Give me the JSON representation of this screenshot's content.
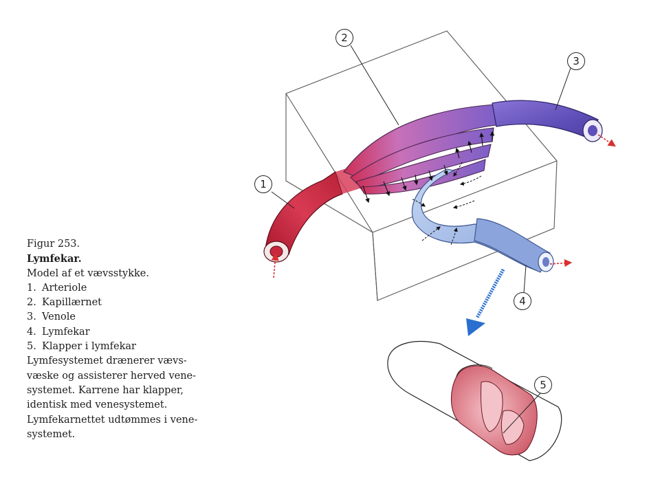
{
  "caption": {
    "figure_label": "Figur 253.",
    "title": "Lymfekar.",
    "subtitle": "Model af et vævsstykke.",
    "items": [
      {
        "num": "1.",
        "label": "Arteriole"
      },
      {
        "num": "2.",
        "label": "Kapillærnet"
      },
      {
        "num": "3.",
        "label": "Venole"
      },
      {
        "num": "4.",
        "label": "Lymfekar"
      },
      {
        "num": "5.",
        "label": "Klapper i lymfekar"
      }
    ],
    "description_lines": [
      "Lymfesystemet drænerer vævs-",
      "væske og assisterer herved vene-",
      "systemet. Karrene har klapper,",
      "identisk med venesystemet.",
      "Lymfekarnettet udtømmes i vene-",
      "systemet."
    ]
  },
  "callouts": {
    "c1": "1",
    "c2": "2",
    "c3": "3",
    "c4": "4",
    "c5": "5"
  },
  "colors": {
    "arteriole": "#c8283e",
    "capillary": "#b455a8",
    "venule": "#6e5fc0",
    "lymph": "#9cb8e4",
    "flow_arrow": "#2a6fd0",
    "red_arrow": "#d83030"
  }
}
